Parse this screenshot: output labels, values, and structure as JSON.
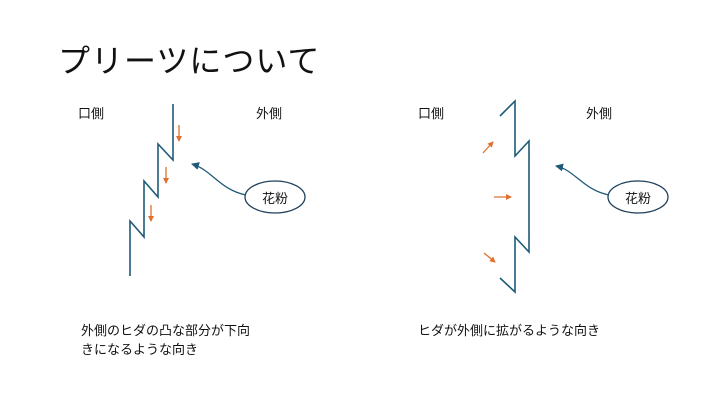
{
  "slide": {
    "title": "プリーツについて"
  },
  "left_panel": {
    "inside_label": "口側",
    "outside_label": "外側",
    "pollen_label": "花粉",
    "caption_line1": "外側のヒダの凸な部分が下向",
    "caption_line2": "きになるような向き"
  },
  "right_panel": {
    "inside_label": "口側",
    "outside_label": "外側",
    "pollen_label": "花粉",
    "caption": "ヒダが外側に拡がるような向き"
  },
  "colors": {
    "pleat_line": "#1f5a7a",
    "airflow_arrow": "#e07030",
    "pollen_arrow": "#1f5a7a",
    "oval_stroke": "#1f3f5a"
  }
}
